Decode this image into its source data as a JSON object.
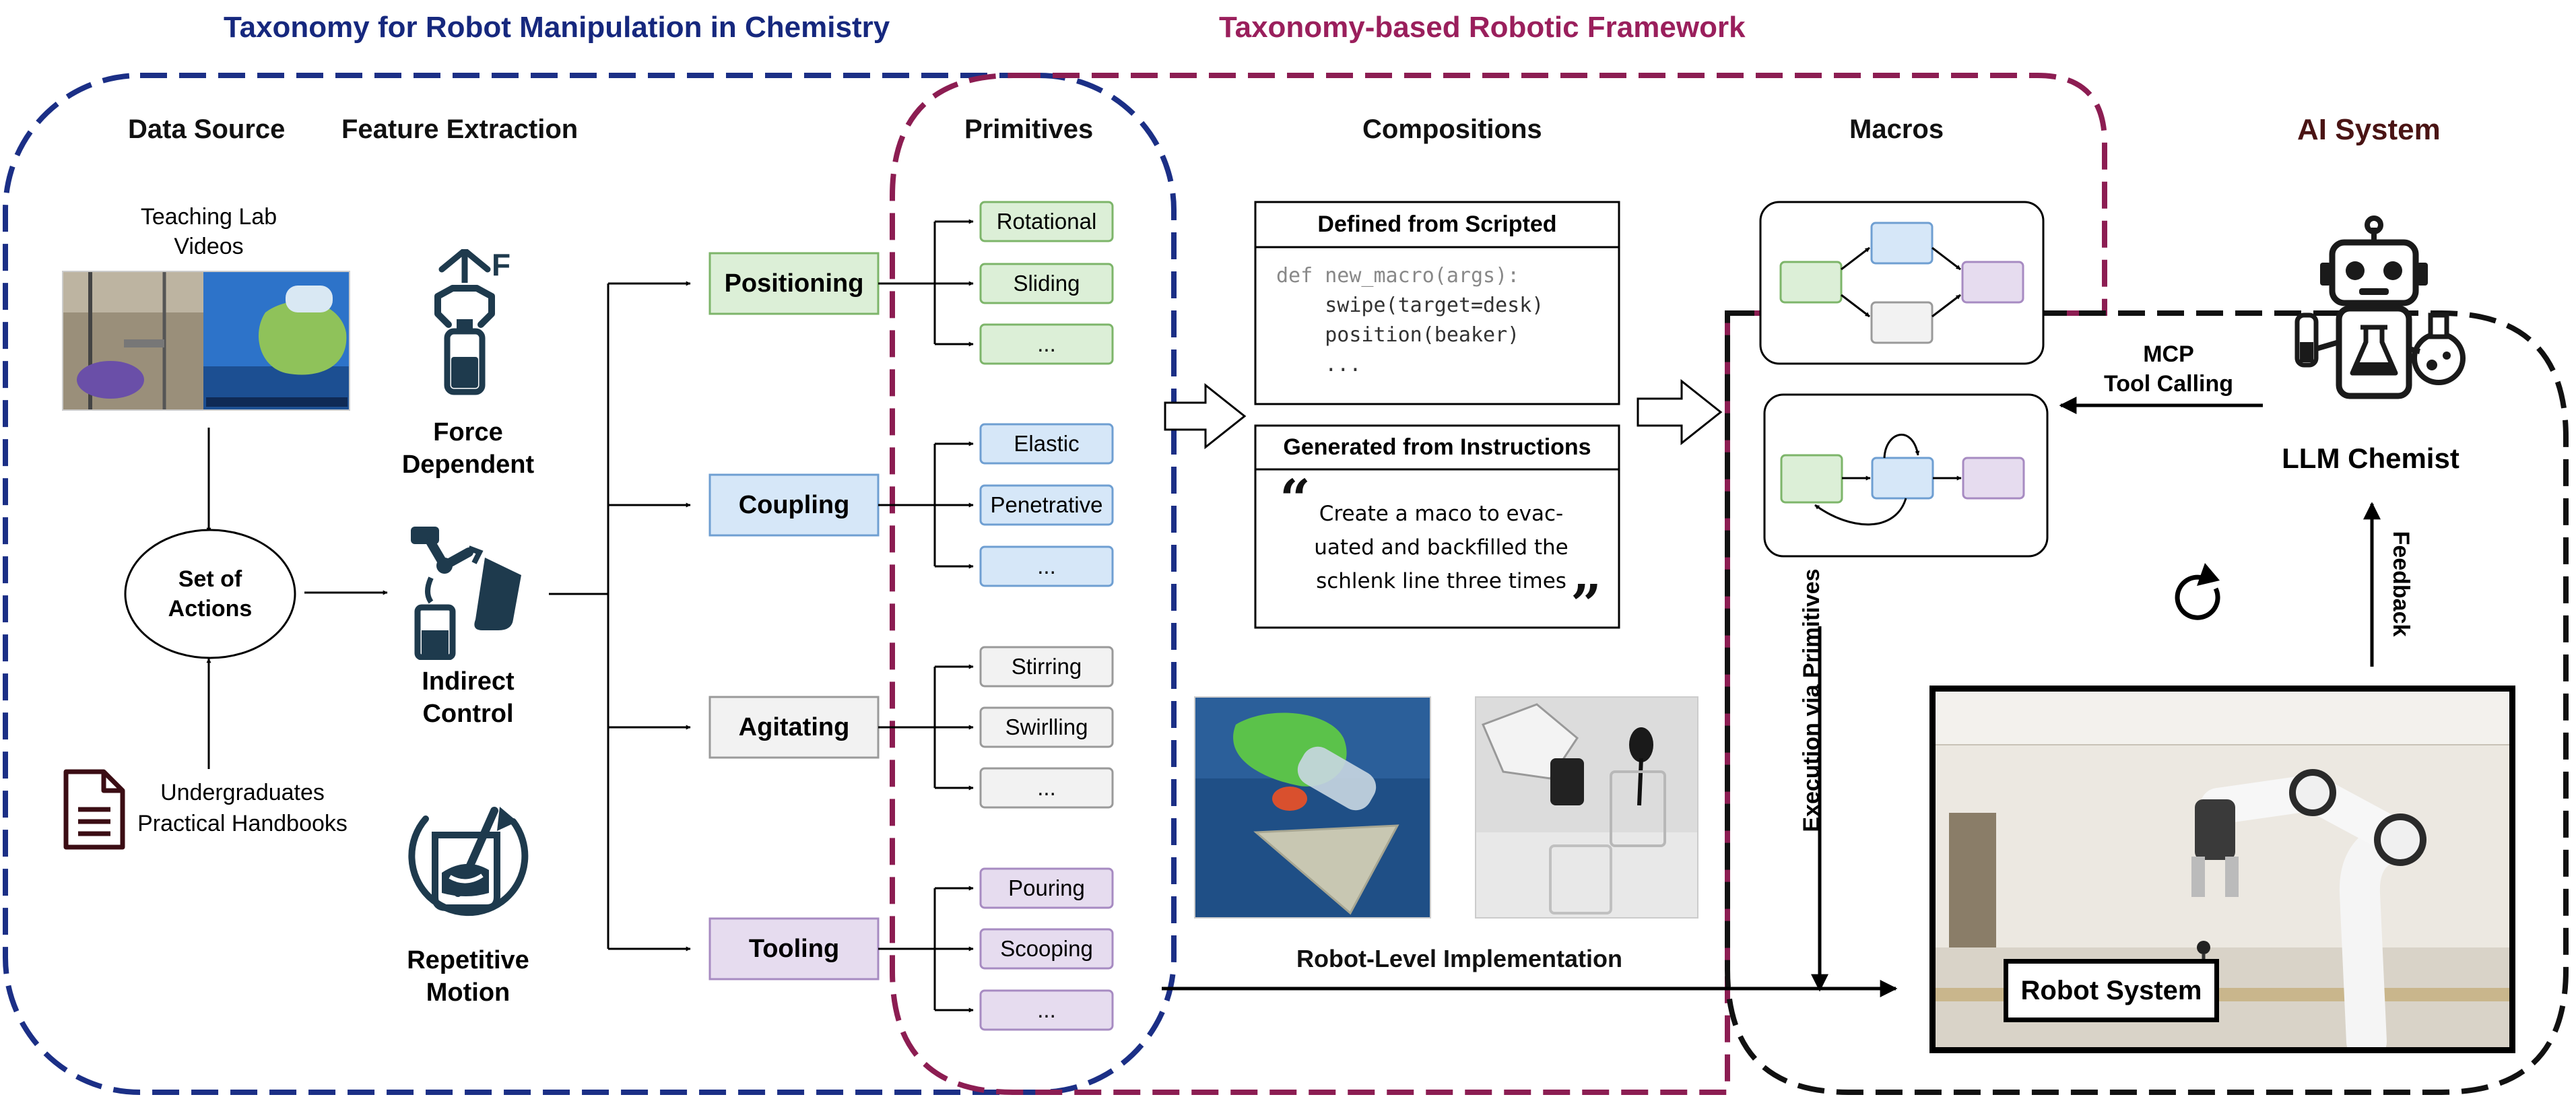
{
  "titles": {
    "taxonomy": "Taxonomy for Robot Manipulation in Chemistry",
    "framework": "Taxonomy-based Robotic Framework"
  },
  "headers": {
    "data_source": "Data Source",
    "feature_extraction": "Feature Extraction",
    "primitives": "Primitives",
    "compositions": "Compositions",
    "macros": "Macros",
    "ai_system": "AI System"
  },
  "data_source": {
    "videos_line1": "Teaching Lab",
    "videos_line2": "Videos",
    "center_line1": "Set of",
    "center_line2": "Actions",
    "handbooks_line1": "Undergraduates",
    "handbooks_line2": "Practical Handbooks"
  },
  "features": [
    {
      "line1": "Force",
      "line2": "Dependent",
      "icon": "gripper-icon",
      "badge": "F"
    },
    {
      "line1": "Indirect",
      "line2": "Control",
      "icon": "pouring-arm-icon"
    },
    {
      "line1": "Repetitive",
      "line2": "Motion",
      "icon": "stirring-beaker-icon"
    }
  ],
  "categories": [
    {
      "label": "Positioning",
      "fill": "#dcefd7",
      "stroke": "#7db56a",
      "primitives": [
        "Rotational",
        "Sliding",
        "..."
      ]
    },
    {
      "label": "Coupling",
      "fill": "#d6e7f8",
      "stroke": "#6f9fd2",
      "primitives": [
        "Elastic",
        "Penetrative",
        "..."
      ]
    },
    {
      "label": "Agitating",
      "fill": "#f2f2f2",
      "stroke": "#9a9a9a",
      "primitives": [
        "Stirring",
        "Swirlling",
        "..."
      ]
    },
    {
      "label": "Tooling",
      "fill": "#e6dcef",
      "stroke": "#a78bc2",
      "primitives": [
        "Pouring",
        "Scooping",
        "..."
      ]
    }
  ],
  "compositions": {
    "scripted_title": "Defined from Scripted",
    "code_lines": [
      "def new_macro(args):",
      "    swipe(target=desk)",
      "    position(beaker)",
      "    ..."
    ],
    "generated_title": "Generated from Instructions",
    "quote_open": "“",
    "quote_close": "”",
    "quote_lines": [
      "Create a maco to evac-",
      "uated and backfilled the",
      "schlenk line three times"
    ]
  },
  "robot_level": "Robot-Level Implementation",
  "execution": "Execution via Primitives",
  "ai": {
    "mcp_line1": "MCP",
    "mcp_line2": "Tool Calling",
    "chemist": "LLM Chemist",
    "feedback": "Feedback",
    "robot_system": "Robot System"
  },
  "colors": {
    "taxonomy_title": "#16287e",
    "framework_title": "#9a1f5c",
    "navy_dash": "#1b2f86",
    "maroon_dash": "#8c1d52",
    "ai_title": "#4a1414",
    "icon": "#1e3a4d",
    "macro_green": "#dcefd7",
    "macro_blue": "#d6e7f8",
    "macro_gray": "#f2f2f2",
    "macro_purple": "#e6dcef"
  }
}
